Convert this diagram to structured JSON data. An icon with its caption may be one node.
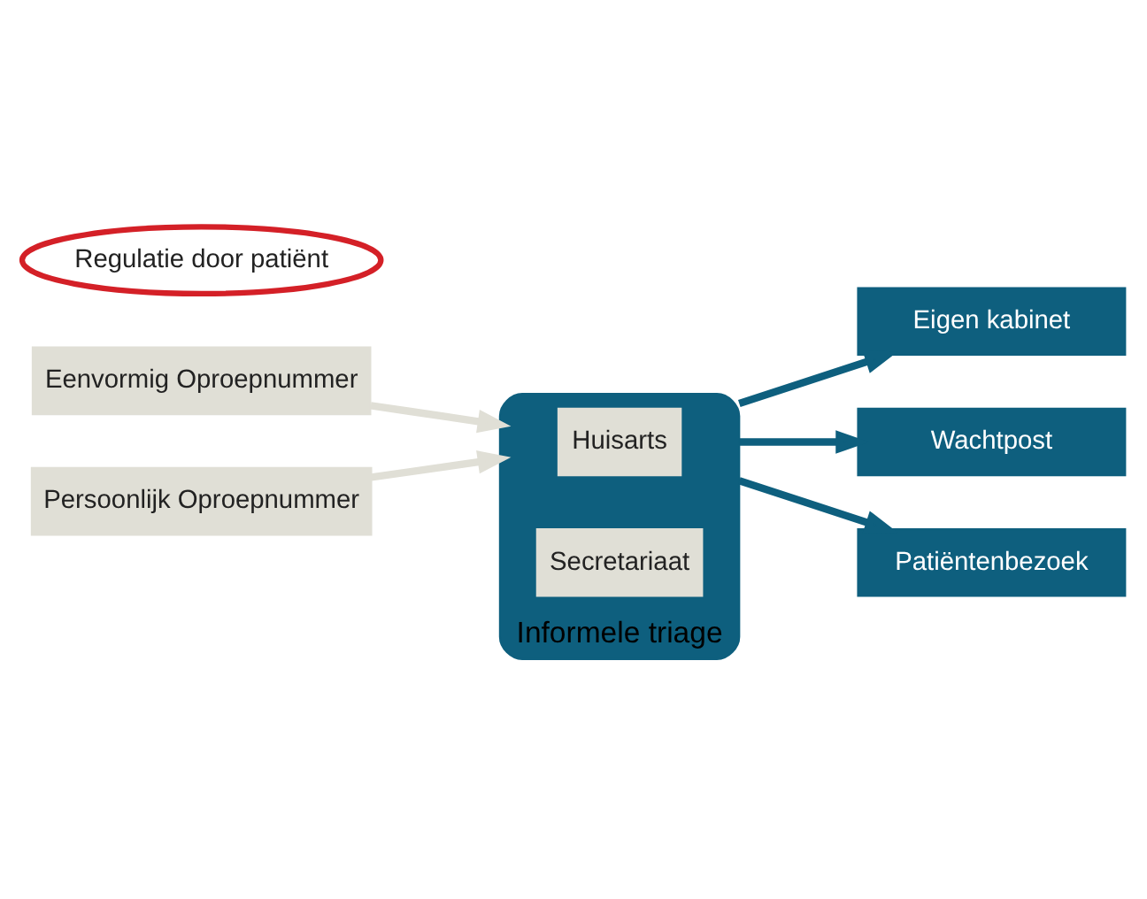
{
  "diagram": {
    "nodes": [
      {
        "text": [
          "Eenvormig Oproepnummer"
        ]
      },
      {
        "text": [
          "Persoonlijk Oproepnummer"
        ]
      },
      {
        "text": [
          "Informele triage"
        ]
      },
      {
        "text": [
          "Huisarts"
        ],
        "in": 2
      },
      {
        "text": [
          "Secretariaat"
        ],
        "in": 2
      },
      {
        "text": [
          "Eigen kabinet"
        ]
      },
      {
        "text": [
          "Wachtpost"
        ]
      },
      {
        "text": [
          "Patiëntenbezoek"
        ]
      },
      {
        "text": [
          "Regulatie door patiënt"
        ]
      }
    ],
    "edges": [
      {
        "from": 0,
        "to": 2,
        "arrow": "to",
        "color": "#e0dfd6"
      },
      {
        "from": 1,
        "to": 2,
        "arrow": "to",
        "color": "#e0dfd6"
      },
      {
        "from": 2,
        "to": 5,
        "arrow": "to"
      },
      {
        "from": 2,
        "to": 6,
        "arrow": "to"
      },
      {
        "from": 2,
        "to": 7,
        "arrow": "to"
      }
    ]
  }
}
